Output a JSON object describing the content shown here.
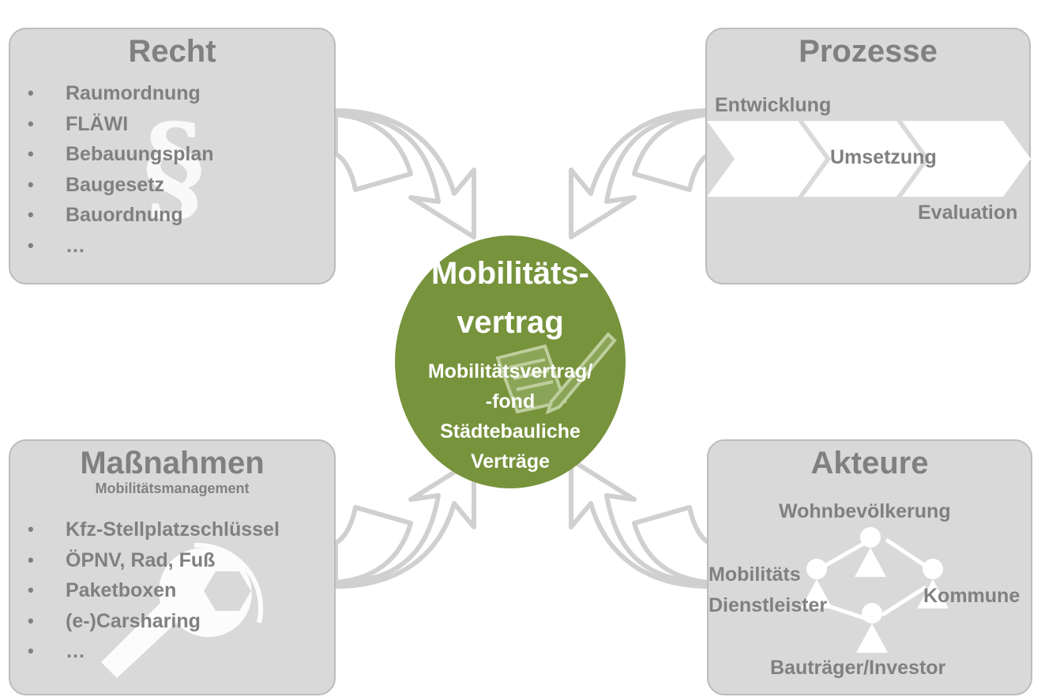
{
  "recht": {
    "title": "Recht",
    "icon": "paragraph-icon",
    "icon_glyph": "§",
    "items": [
      "Raumordnung",
      "FLÄWI",
      "Bebauungsplan",
      "Baugesetz",
      "Bauordnung",
      "…"
    ]
  },
  "prozesse": {
    "title": "Prozesse",
    "steps": [
      "Entwicklung",
      "Umsetzung",
      "Evaluation"
    ]
  },
  "massnahmen": {
    "title": "Maßnahmen",
    "subtitle": "Mobilitätsmanagement",
    "icon": "wrench-icon",
    "items": [
      "Kfz-Stellplatzschlüssel",
      "ÖPNV, Rad, Fuß",
      "Paketboxen",
      "(e-)Carsharing",
      "…"
    ]
  },
  "akteure": {
    "title": "Akteure",
    "actors": {
      "top": "Wohnbevölkerung",
      "left_line1": "Mobilitäts",
      "left_line2": "Dienstleister",
      "right": "Kommune",
      "bottom": "Bauträger/Investor"
    }
  },
  "center": {
    "title_line1": "Mobilitäts-",
    "title_line2": "vertrag",
    "lines": [
      "Mobilitätsvertrag/",
      "-fond",
      "Städtebauliche",
      "Verträge"
    ],
    "icon": "contract-pen-icon"
  },
  "colors": {
    "box_fill": "#d9d9d9",
    "box_border": "#bcbcbc",
    "text_gray": "#808080",
    "center_green": "#77933c",
    "arrow_gray": "#d6d6d6"
  }
}
